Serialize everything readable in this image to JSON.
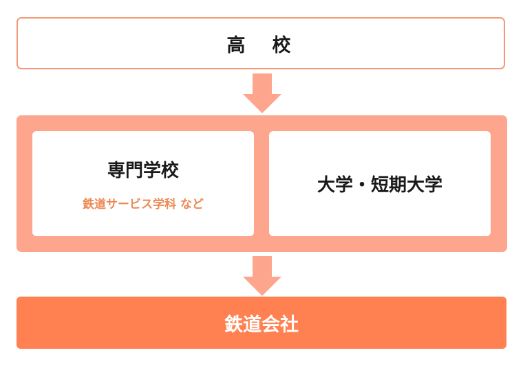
{
  "diagram": {
    "top_box": {
      "label": "高　校"
    },
    "middle_panel": {
      "left_box": {
        "title": "専門学校",
        "subtitle": "鉄道サービス学科 など"
      },
      "right_box": {
        "title": "大学・短期大学"
      }
    },
    "bottom_box": {
      "label": "鉄道会社"
    }
  },
  "colors": {
    "top_border": "#f29a77",
    "arrow": "#fda58d",
    "panel_bg": "#fda58d",
    "subtitle_text": "#ed8a56",
    "bottom_bg": "#ff8051",
    "dark_text": "#1a1a1a",
    "light_text": "#ffffff"
  }
}
